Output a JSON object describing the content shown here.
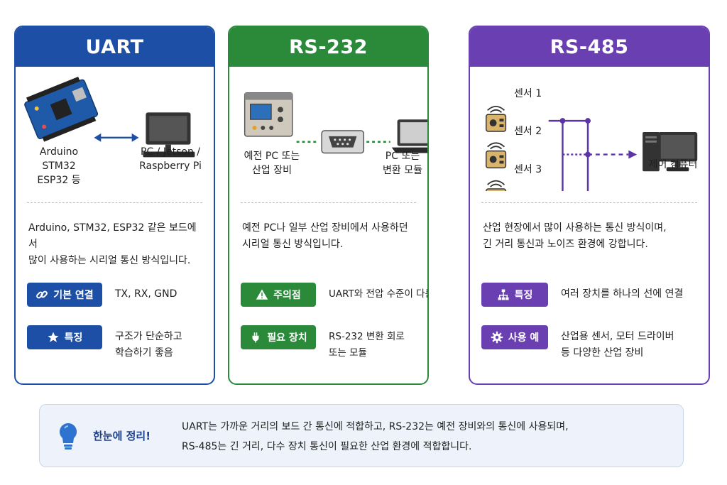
{
  "uart": {
    "title": "UART",
    "left_label": [
      "Arduino",
      "STM32",
      "ESP32 등"
    ],
    "right_label": [
      "PC / Jetson /",
      "Raspberry Pi"
    ],
    "description": [
      "Arduino, STM32, ESP32 같은 보드에서",
      "많이 사용하는 시리얼 통신 방식입니다."
    ],
    "features": [
      {
        "icon": "link-icon",
        "label": "기본 연결",
        "value": [
          "TX, RX, GND"
        ]
      },
      {
        "icon": "star-icon",
        "label": "특징",
        "value": [
          "구조가 단순하고",
          "학습하기 좋음"
        ]
      }
    ]
  },
  "rs232": {
    "title": "RS-232",
    "left_label": [
      "예전 PC 또는",
      "산업 장비"
    ],
    "right_label": [
      "PC 또는",
      "변환 모듈"
    ],
    "description": [
      "예전 PC나 일부 산업 장비에서 사용하던",
      "시리얼 통신 방식입니다."
    ],
    "features": [
      {
        "icon": "warning-icon",
        "label": "주의점",
        "value": [
          "UART와 전압 수준이 다름"
        ]
      },
      {
        "icon": "plug-icon",
        "label": "필요 장치",
        "value": [
          "RS-232 변환 회로",
          "또는 모듈"
        ]
      }
    ]
  },
  "rs485": {
    "title": "RS-485",
    "sensors": [
      "센서 1",
      "센서 2",
      "센서 3"
    ],
    "controller_label": "제어 컴퓨터",
    "description": [
      "산업 현장에서 많이 사용하는 통신 방식이며,",
      "긴 거리 통신과 노이즈 환경에 강합니다."
    ],
    "features": [
      {
        "icon": "network-icon",
        "label": "특징",
        "value": [
          "여러 장치를 하나의 선에 연결"
        ]
      },
      {
        "icon": "gear-icon",
        "label": "사용 예",
        "value": [
          "산업용 센서, 모터 드라이버",
          "등 다양한 산업 장비"
        ]
      }
    ]
  },
  "summary": {
    "title": "한눈에 정리!",
    "text": [
      "UART는 가까운 거리의 보드 간 통신에 적합하고, RS-232는 예전 장비와의 통신에 사용되며,",
      "RS-485는 긴 거리, 다수 장치 통신이 필요한 산업 환경에 적합합니다."
    ]
  }
}
